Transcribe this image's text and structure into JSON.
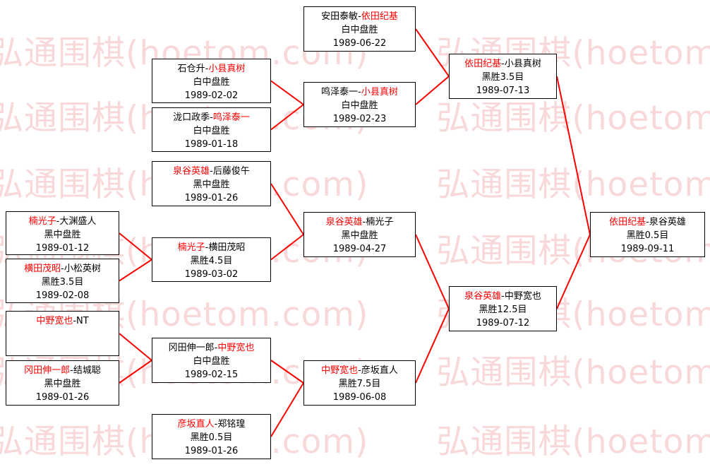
{
  "watermark": {
    "text": "弘通围棋(hoetom.com)　　弘通围棋(hoetom.com)　　弘通围棋(hoetom.com)"
  },
  "colors": {
    "watermark": "#f8d8d8",
    "connector": "#ff0000",
    "winner_name": "#ff0000",
    "box_border": "#000000",
    "background": "#ffffff"
  },
  "matches": {
    "a1": {
      "n1": "楠光子",
      "n1c": "red",
      "n2": "-大渊盛人",
      "n2c": "",
      "result": "黑中盘胜",
      "date": "1989-01-12"
    },
    "a2": {
      "n1": "横田茂昭",
      "n1c": "red",
      "n2": "-小松英树",
      "n2c": "",
      "result": "黑胜3.5目",
      "date": "1989-02-08"
    },
    "a3": {
      "n1": "中野宽也",
      "n1c": "red",
      "n2": "-NT",
      "n2c": "",
      "result": "",
      "date": ""
    },
    "a4": {
      "n1": "冈田伸一郎",
      "n1c": "red",
      "n2": "-结城聪",
      "n2c": "",
      "result": "黑中盘胜",
      "date": "1989-01-26"
    },
    "b1": {
      "n1": "石仓升-",
      "n1c": "",
      "n2": "小县真树",
      "n2c": "red",
      "result": "白中盘胜",
      "date": "1989-02-02"
    },
    "b2": {
      "n1": "泷口政季-",
      "n1c": "",
      "n2": "鸣泽泰一",
      "n2c": "red",
      "result": "白中盘胜",
      "date": "1989-01-18"
    },
    "b3": {
      "n1": "泉谷英雄",
      "n1c": "red",
      "n2": "-后藤俊午",
      "n2c": "",
      "result": "黑中盘胜",
      "date": "1989-01-26"
    },
    "b4": {
      "n1": "楠光子",
      "n1c": "red",
      "n2": "-横田茂昭",
      "n2c": "",
      "result": "黑胜4.5目",
      "date": "1989-03-02"
    },
    "b5": {
      "n1": "冈田伸一郎-",
      "n1c": "",
      "n2": "中野宽也",
      "n2c": "red",
      "result": "白中盘胜",
      "date": "1989-02-15"
    },
    "b6": {
      "n1": "彦坂直人",
      "n1c": "red",
      "n2": "-郑铭瑝",
      "n2c": "",
      "result": "黑胜0.5目",
      "date": "1989-01-26"
    },
    "c1": {
      "n1": "安田泰敏-",
      "n1c": "",
      "n2": "依田纪基",
      "n2c": "red",
      "result": "白中盘胜",
      "date": "1989-06-22"
    },
    "c2": {
      "n1": "鸣泽泰一-",
      "n1c": "",
      "n2": "小县真树",
      "n2c": "red",
      "result": "白中盘胜",
      "date": "1989-02-23"
    },
    "c3": {
      "n1": "泉谷英雄",
      "n1c": "red",
      "n2": "-楠光子",
      "n2c": "",
      "result": "黑中盘胜",
      "date": "1989-04-27"
    },
    "c4": {
      "n1": "中野宽也",
      "n1c": "red",
      "n2": "-彦坂直人",
      "n2c": "",
      "result": "黑胜7.5目",
      "date": "1989-06-08"
    },
    "d1": {
      "n1": "依田纪基",
      "n1c": "red",
      "n2": "-小县真树",
      "n2c": "",
      "result": "黑胜3.5目",
      "date": "1989-07-13"
    },
    "d2": {
      "n1": "泉谷英雄",
      "n1c": "red",
      "n2": "-中野宽也",
      "n2c": "",
      "result": "黑胜12.5目",
      "date": "1989-07-12"
    },
    "e1": {
      "n1": "依田纪基",
      "n1c": "red",
      "n2": "-泉谷英雄",
      "n2c": "",
      "result": "黑胜0.5目",
      "date": "1989-09-11"
    }
  },
  "connections": [
    [
      "a1",
      "b4"
    ],
    [
      "a2",
      "b4"
    ],
    [
      "a3",
      "b5"
    ],
    [
      "a4",
      "b5"
    ],
    [
      "b1",
      "c2"
    ],
    [
      "b2",
      "c2"
    ],
    [
      "b3",
      "c3"
    ],
    [
      "b4",
      "c3"
    ],
    [
      "b5",
      "c4"
    ],
    [
      "b6",
      "c4"
    ],
    [
      "c1",
      "d1"
    ],
    [
      "c2",
      "d1"
    ],
    [
      "c3",
      "d2"
    ],
    [
      "c4",
      "d2"
    ],
    [
      "d1",
      "e1"
    ],
    [
      "d2",
      "e1"
    ]
  ]
}
